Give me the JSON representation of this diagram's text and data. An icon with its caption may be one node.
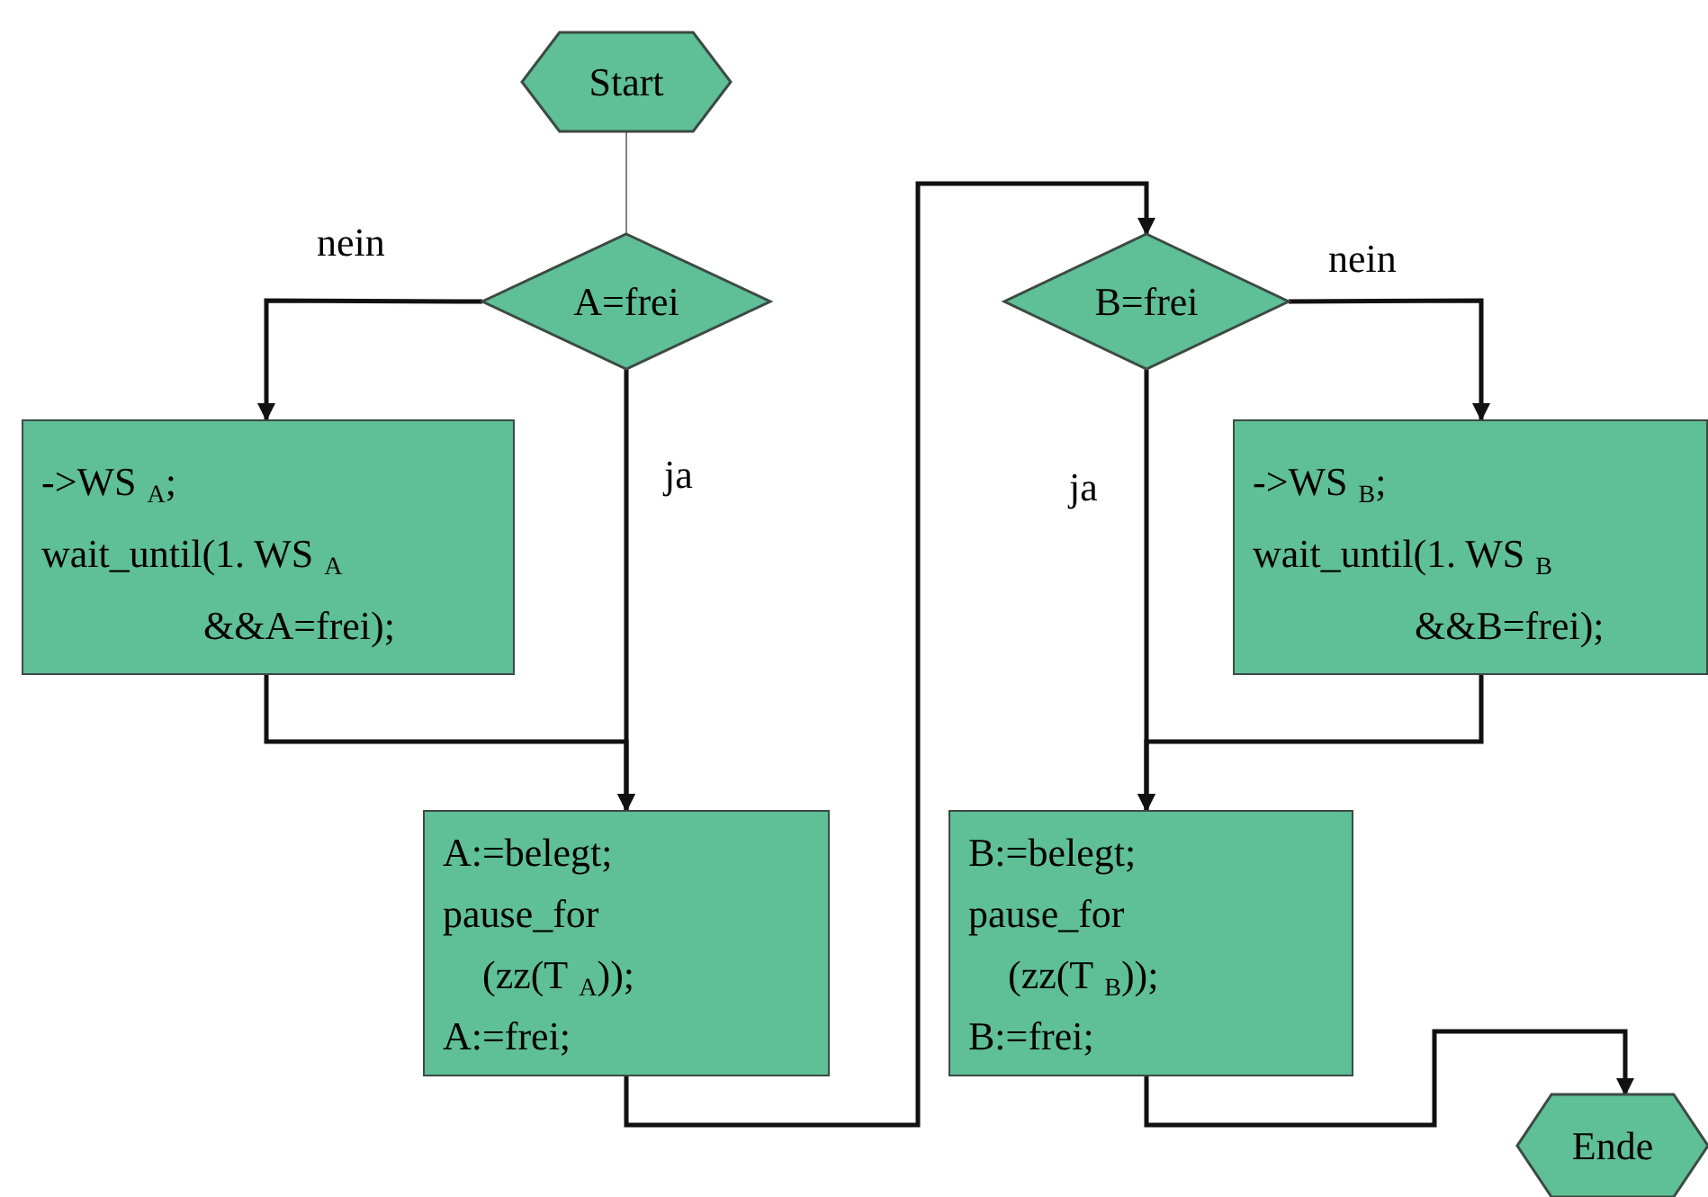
{
  "diagram": {
    "nodes": [
      {
        "text": [
          "Start"
        ]
      },
      {
        "text": [
          "A=frei"
        ]
      },
      {
        "text": [
          "->WS$_{A}$;",
          "wait_until(1. WS$_{A}$ &&A=frei);"
        ]
      },
      {
        "text": [
          "A:=belegt;",
          "pause_for (zz(T$_{A}$));",
          "A:=frei;"
        ]
      },
      {
        "text": [
          "B=frei"
        ]
      },
      {
        "text": [
          "->WS$_{B}$;",
          "wait_until(1. WS$_{B}$ &&B=frei);"
        ]
      },
      {
        "text": [
          "B:=belegt;",
          "pause_for (zz(T$_{B}$));",
          "B:=frei;"
        ]
      },
      {
        "text": [
          "Ende"
        ]
      }
    ],
    "edges": [
      {
        "from": 0,
        "to": 1,
        "arrow": "none",
        "color": "#808080"
      },
      {
        "from": 1,
        "to": 2,
        "arrow": "to",
        "label": "nein"
      },
      {
        "from": 1,
        "to": 3,
        "arrow": "to",
        "label": "ja"
      },
      {
        "from": 2,
        "to": 3,
        "arrow": "to"
      },
      {
        "from": 3,
        "to": 4,
        "arrow": "to"
      },
      {
        "from": 4,
        "to": 5,
        "arrow": "to",
        "label": "nein"
      },
      {
        "from": 4,
        "to": 6,
        "arrow": "to",
        "label": "ja"
      },
      {
        "from": 5,
        "to": 6,
        "arrow": "to"
      },
      {
        "from": 6,
        "to": 7,
        "arrow": "to"
      }
    ]
  }
}
